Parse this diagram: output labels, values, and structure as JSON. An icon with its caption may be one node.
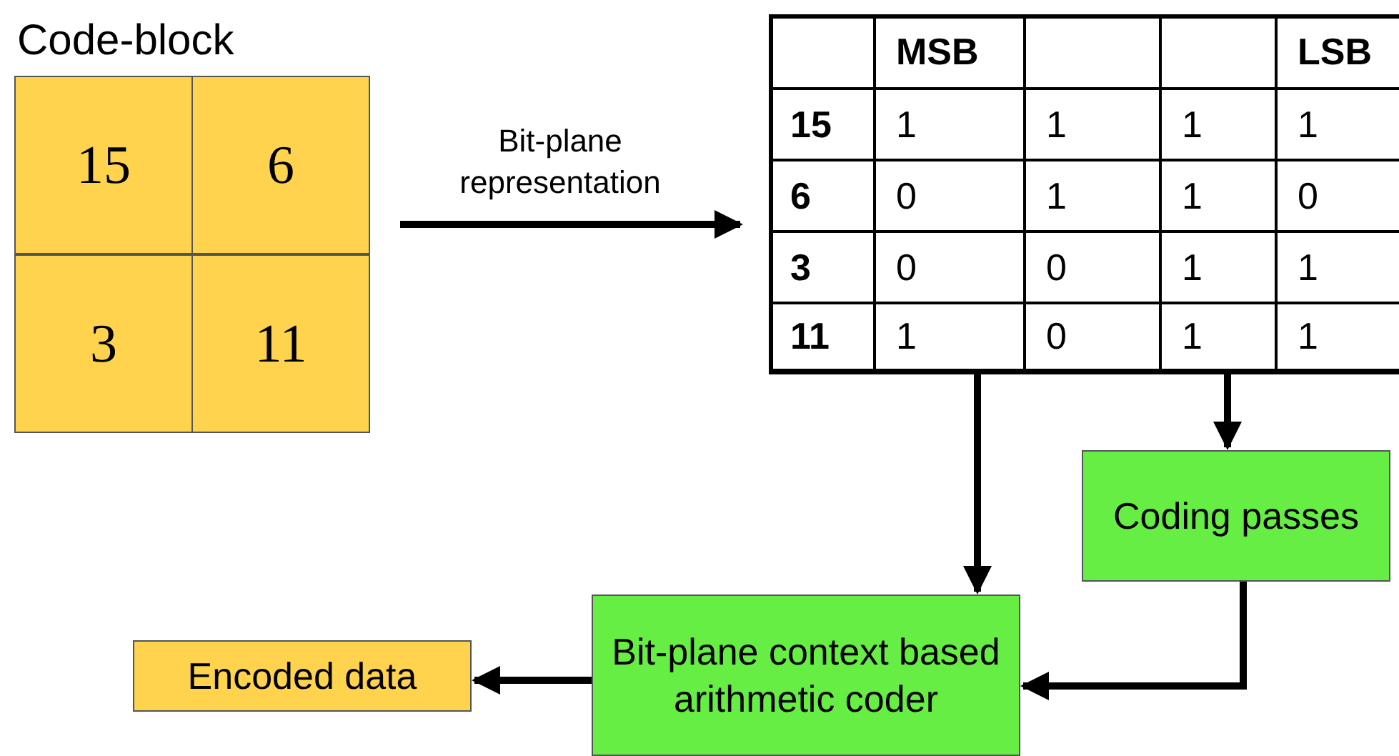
{
  "diagram": {
    "nodes": [
      {
        "text": [
          "Code-block"
        ]
      },
      {
        "text": [
          "15"
        ],
        "in": 0
      },
      {
        "text": [
          "6"
        ],
        "in": 0
      },
      {
        "text": [
          "3"
        ],
        "in": 0
      },
      {
        "text": [
          "11"
        ],
        "in": 0
      },
      {
        "text": [],
        "shape": "box"
      },
      {
        "text": [
          "Coding passes"
        ]
      },
      {
        "text": [
          "Bit-plane context based arithmetic coder"
        ]
      },
      {
        "text": [
          "Encoded data"
        ]
      }
    ],
    "edges": [
      {
        "from": 0,
        "to": 5,
        "arrow": "to",
        "label": "Bit-plane representation"
      },
      {
        "from": 5,
        "to": 7,
        "arrow": "to"
      },
      {
        "from": 5,
        "to": 6,
        "arrow": "to"
      },
      {
        "from": 6,
        "to": 7,
        "arrow": "to"
      },
      {
        "from": 7,
        "to": 8,
        "arrow": "to"
      }
    ],
    "labels": [
      "MSB",
      "LSB",
      "15",
      "1",
      "1",
      "1",
      "1",
      "6",
      "0",
      "1",
      "1",
      "0",
      "3",
      "0",
      "0",
      "1",
      "1",
      "11",
      "1",
      "0",
      "1",
      "1"
    ]
  }
}
